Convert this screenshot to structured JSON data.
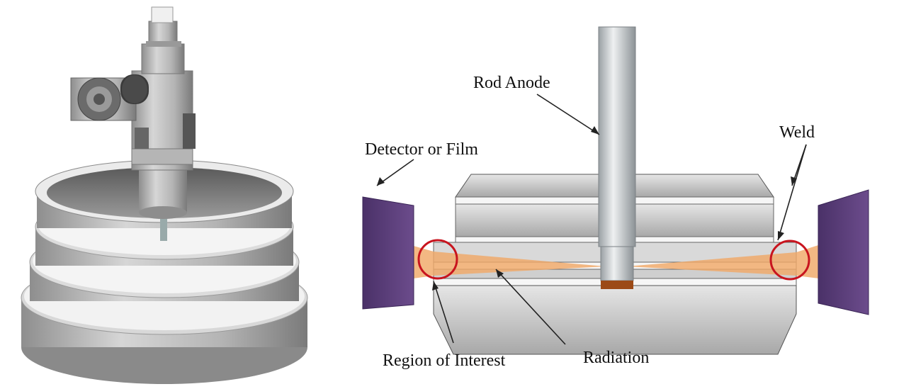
{
  "labels": {
    "rod_anode": "Rod Anode",
    "weld": "Weld",
    "detector": "Detector or Film",
    "region": "Region of Interest",
    "radiation": "Radiation"
  },
  "colors": {
    "detector_purple": "#5b3f7c",
    "beam_orange": "#f0a868",
    "circle_red": "#c8141e",
    "anode_copper": "#9c4a17"
  }
}
